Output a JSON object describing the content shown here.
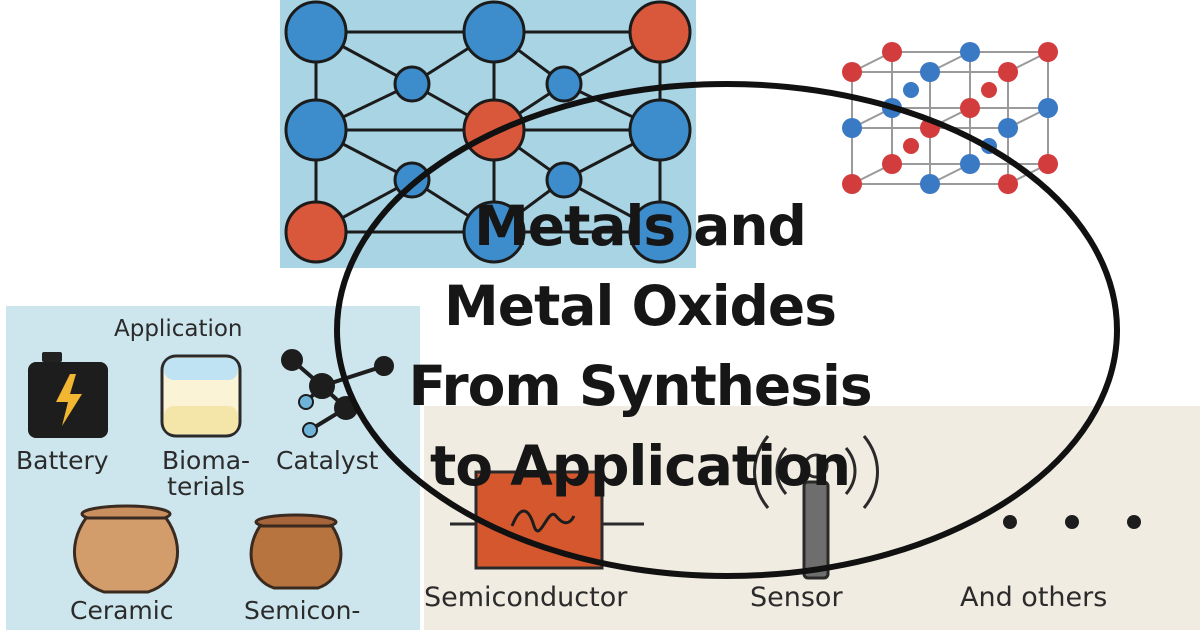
{
  "title": {
    "line1": "Metals and",
    "line2": "Metal Oxides",
    "line3": "From Synthesis",
    "line4": "to Application"
  },
  "application_panel": {
    "heading": "Application",
    "items": {
      "battery": "Battery",
      "biomaterials": "Bioma- terials",
      "catalyst": "Catalyst",
      "ceramic": "Ceramic",
      "semicon": "Semicon-"
    }
  },
  "device_panel": {
    "items": {
      "semiconductor": "Semiconductor",
      "sensor": "Sensor",
      "others": "And others"
    }
  },
  "colors": {
    "metal_atom": "#3d8dcc",
    "oxygen_atom": "#d9573a",
    "lattice_bg": "#a9d4e4",
    "application_bg": "#cde6ee",
    "device_bg": "#f1ece1",
    "title_text": "#161616"
  }
}
